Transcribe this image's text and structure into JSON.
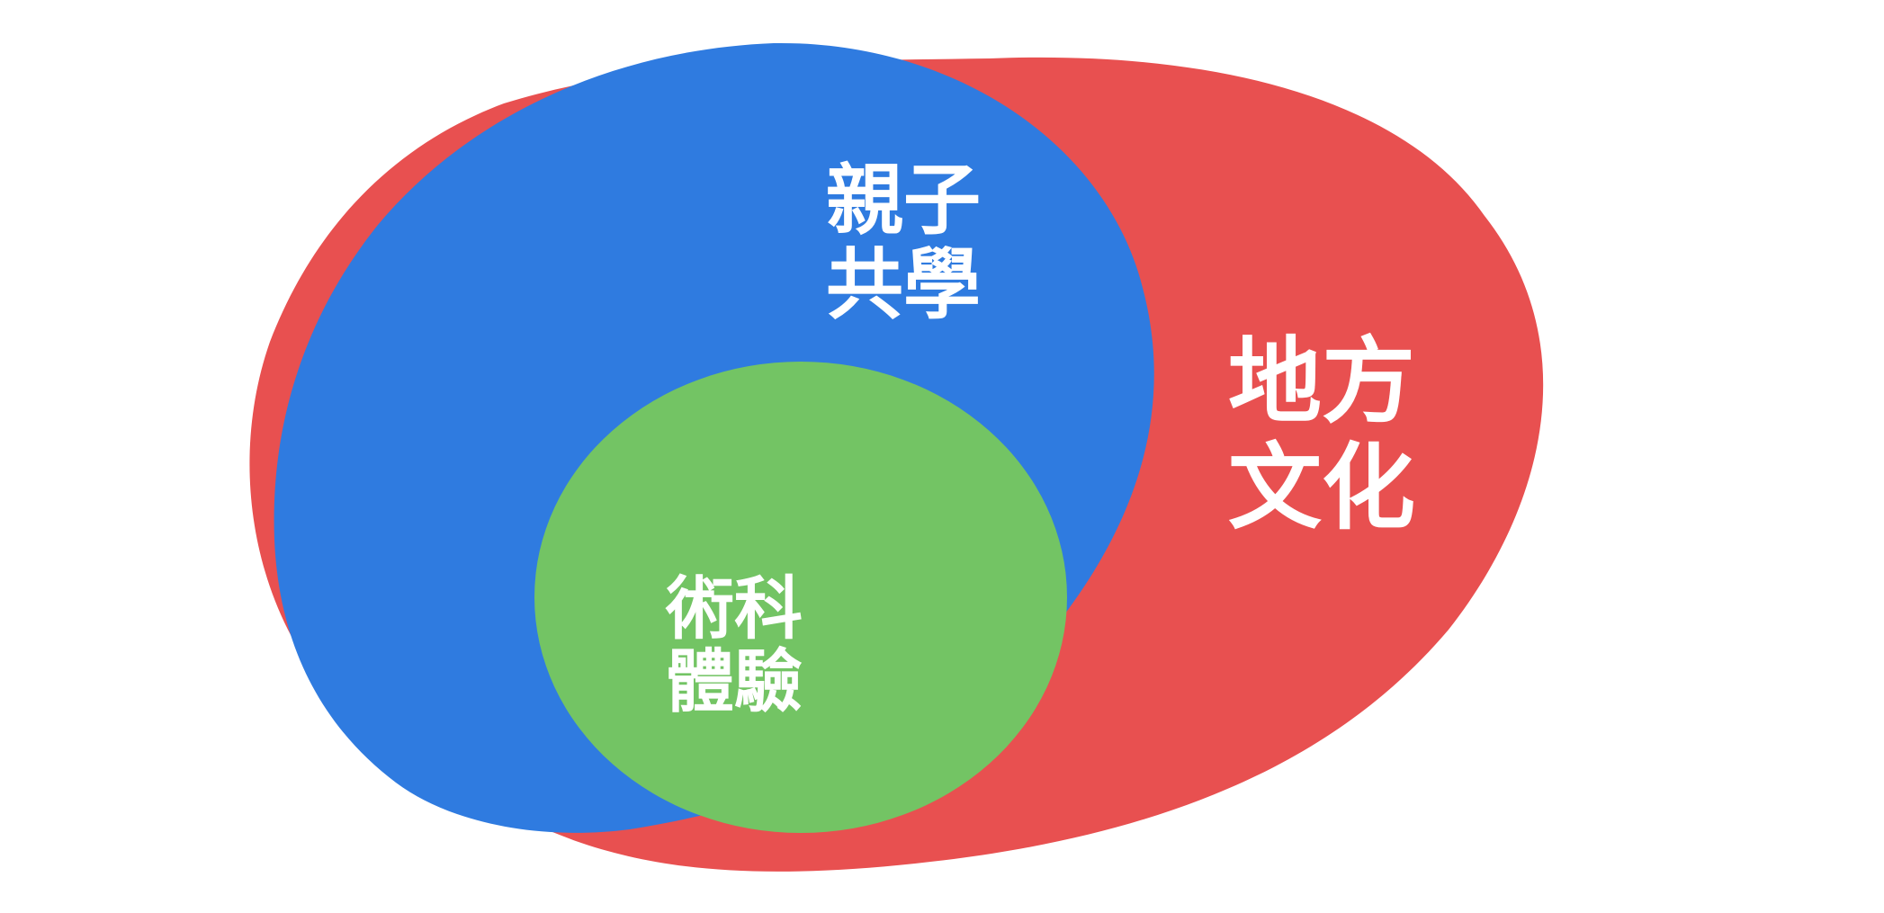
{
  "diagram": {
    "colors": {
      "background": "#ffffff",
      "red": "#E85050",
      "blue": "#2F7BE0",
      "green": "#73C464",
      "text": "#ffffff"
    },
    "regions": {
      "red": {
        "line1": "地方",
        "line2": "文化"
      },
      "blue": {
        "line1": "親子",
        "line2": "共學"
      },
      "green": {
        "line1": "術科",
        "line2": "體驗"
      }
    }
  }
}
